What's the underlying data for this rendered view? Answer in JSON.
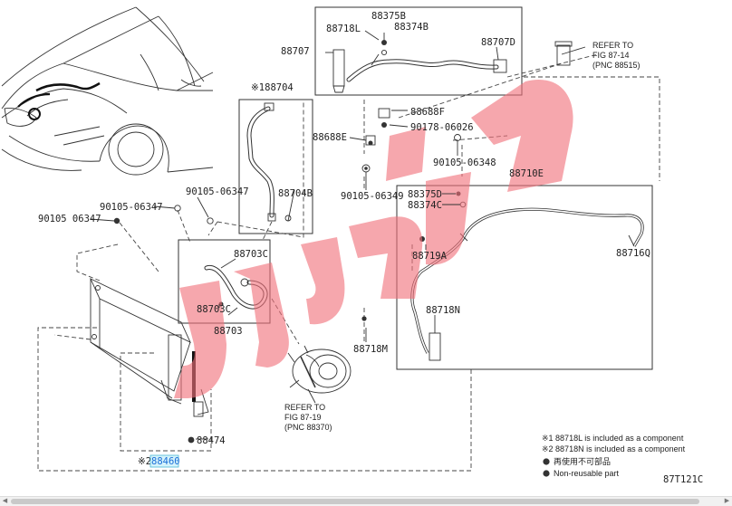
{
  "labels": {
    "p88718L": "88718L",
    "p88375B": "88375B",
    "p88374B": "88374B",
    "p88707": "88707",
    "p88707D": "88707D",
    "refer1_l1": "REFER TO",
    "refer1_l2": "FIG 87-14",
    "refer1_l3": "(PNC 88515)",
    "p88704": "※188704",
    "p88688F": "88688F",
    "p90178": "90178-06026",
    "p88688E": "88688E",
    "p90105_06348": "90105-06348",
    "p88710E": "88710E",
    "p90105_06347a": "90105-06347",
    "p88704B": "88704B",
    "p90105_06349": "90105-06349",
    "p88375D": "88375D",
    "p88374C": "88374C",
    "p90105_06347b": "90105-06347",
    "p90105_06347c": "90105 06347",
    "p88716Q": "88716Q",
    "p88703C_a": "88703C",
    "p88719A": "88719A",
    "p88703C_b": "88703C",
    "p88718N": "88718N",
    "p88703": "88703",
    "p88718M": "88718M",
    "refer2_l1": "REFER TO",
    "refer2_l2": "FIG 87-19",
    "refer2_l3": "(PNC 88370)",
    "p88474": "88474",
    "p88460_prefix": "※2",
    "p88460": "88460"
  },
  "notes": {
    "note1": "※1 88718L is included as a component",
    "note2": "※2 88718N is included as a component",
    "note3": "再使用不可部品",
    "note4": "Non-reusable part"
  },
  "figure_code": "87T121C",
  "colors": {
    "watermark": "#f0717a",
    "highlight": "#1b6fd8",
    "line": "#333333"
  }
}
